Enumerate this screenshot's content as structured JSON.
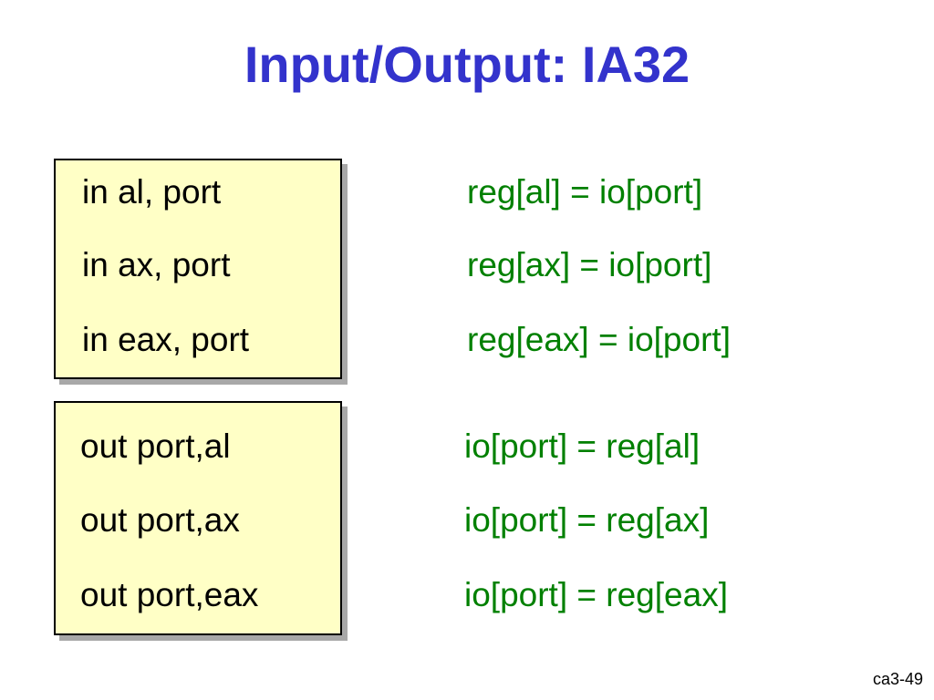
{
  "slide": {
    "title": "Input/Output: IA32",
    "footer": "ca3-49"
  },
  "in_box": {
    "instructions": [
      "in al, port",
      "in ax, port",
      "in eax, port"
    ],
    "semantics": [
      "reg[al] = io[port]",
      "reg[ax] = io[port]",
      "reg[eax] = io[port]"
    ]
  },
  "out_box": {
    "instructions": [
      "out port,al",
      "out port,ax",
      "out port,eax"
    ],
    "semantics": [
      "io[port] = reg[al]",
      "io[port] = reg[ax]",
      "io[port] = reg[eax]"
    ]
  },
  "colors": {
    "title": "#3333cc",
    "semantics": "#008000",
    "box_fill": "#ffffc6",
    "box_shadow": "#a8a8a8"
  }
}
